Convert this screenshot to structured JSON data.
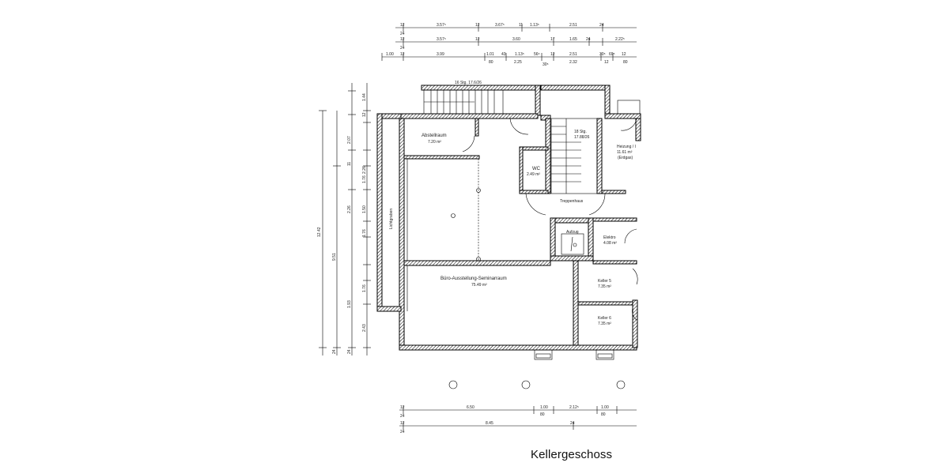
{
  "caption": "Kellergeschoss",
  "rooms": {
    "abstellraum": {
      "name": "Abstellraum",
      "area": "7.20 m²"
    },
    "wc": {
      "name": "WC",
      "area": "2.49 m²"
    },
    "heizung": {
      "name": "Heizung / I",
      "area": "11.61 m²",
      "note": "(Erdgas)"
    },
    "treppenhaus": {
      "name": "Treppenhaus"
    },
    "aufzug": {
      "name": "Aufzug"
    },
    "elektro": {
      "name": "Elektro",
      "area": "4.08 m²"
    },
    "buero": {
      "name": "Büro-Ausstellung-Seminarraum",
      "area": "75.49 m²"
    },
    "keller5": {
      "name": "Keller 5",
      "area": "7.35 m²"
    },
    "keller6": {
      "name": "Keller 6",
      "area": "7.35 m²"
    },
    "lichtgraben": {
      "name": "Lichtgraben"
    }
  },
  "stairs": {
    "upper": "16 Stg. 17.6/26",
    "inner_line1": "18 Stg.",
    "inner_line2": "17.88/26"
  },
  "top_dimensions": {
    "row1": [
      "12",
      "3.57⁵",
      "12",
      "3.67⁵",
      "11",
      "1.13⁵",
      "2.51",
      "24"
    ],
    "row1_sub": [
      "24"
    ],
    "row2": [
      "12",
      "3.57⁵",
      "12",
      "3.60",
      "17",
      "1.65",
      "24",
      "2.22⁵"
    ],
    "row2_sub": [
      "24"
    ],
    "row3": [
      "1.00",
      "12",
      "3.99",
      "1.01",
      "43",
      "1.13⁵",
      "56⁵",
      "12",
      "2.51",
      "30⁵",
      "69⁵",
      "12"
    ],
    "row3_sub": [
      "80",
      "2.25",
      "30⁵",
      "2.32",
      "12",
      "80"
    ]
  },
  "left_dimensions": {
    "overall": "12.42",
    "sub": "9.51",
    "segments": [
      "1.44",
      "2.07",
      "2.26",
      "1.76",
      "2.26",
      "1.50",
      "1.76",
      "1.93",
      "1.76",
      "2.43"
    ],
    "small": [
      "12",
      "24",
      "11",
      "12",
      "11",
      "15",
      "11",
      "11",
      "24"
    ]
  },
  "bottom_dimensions": {
    "row1": [
      "12",
      "6.50",
      "1.00",
      "2.12⁵",
      "1.00"
    ],
    "row1_sub": [
      "24",
      "80",
      "80"
    ],
    "row2": [
      "12",
      "8.45",
      "24"
    ],
    "row2_sub": [
      "24"
    ]
  }
}
